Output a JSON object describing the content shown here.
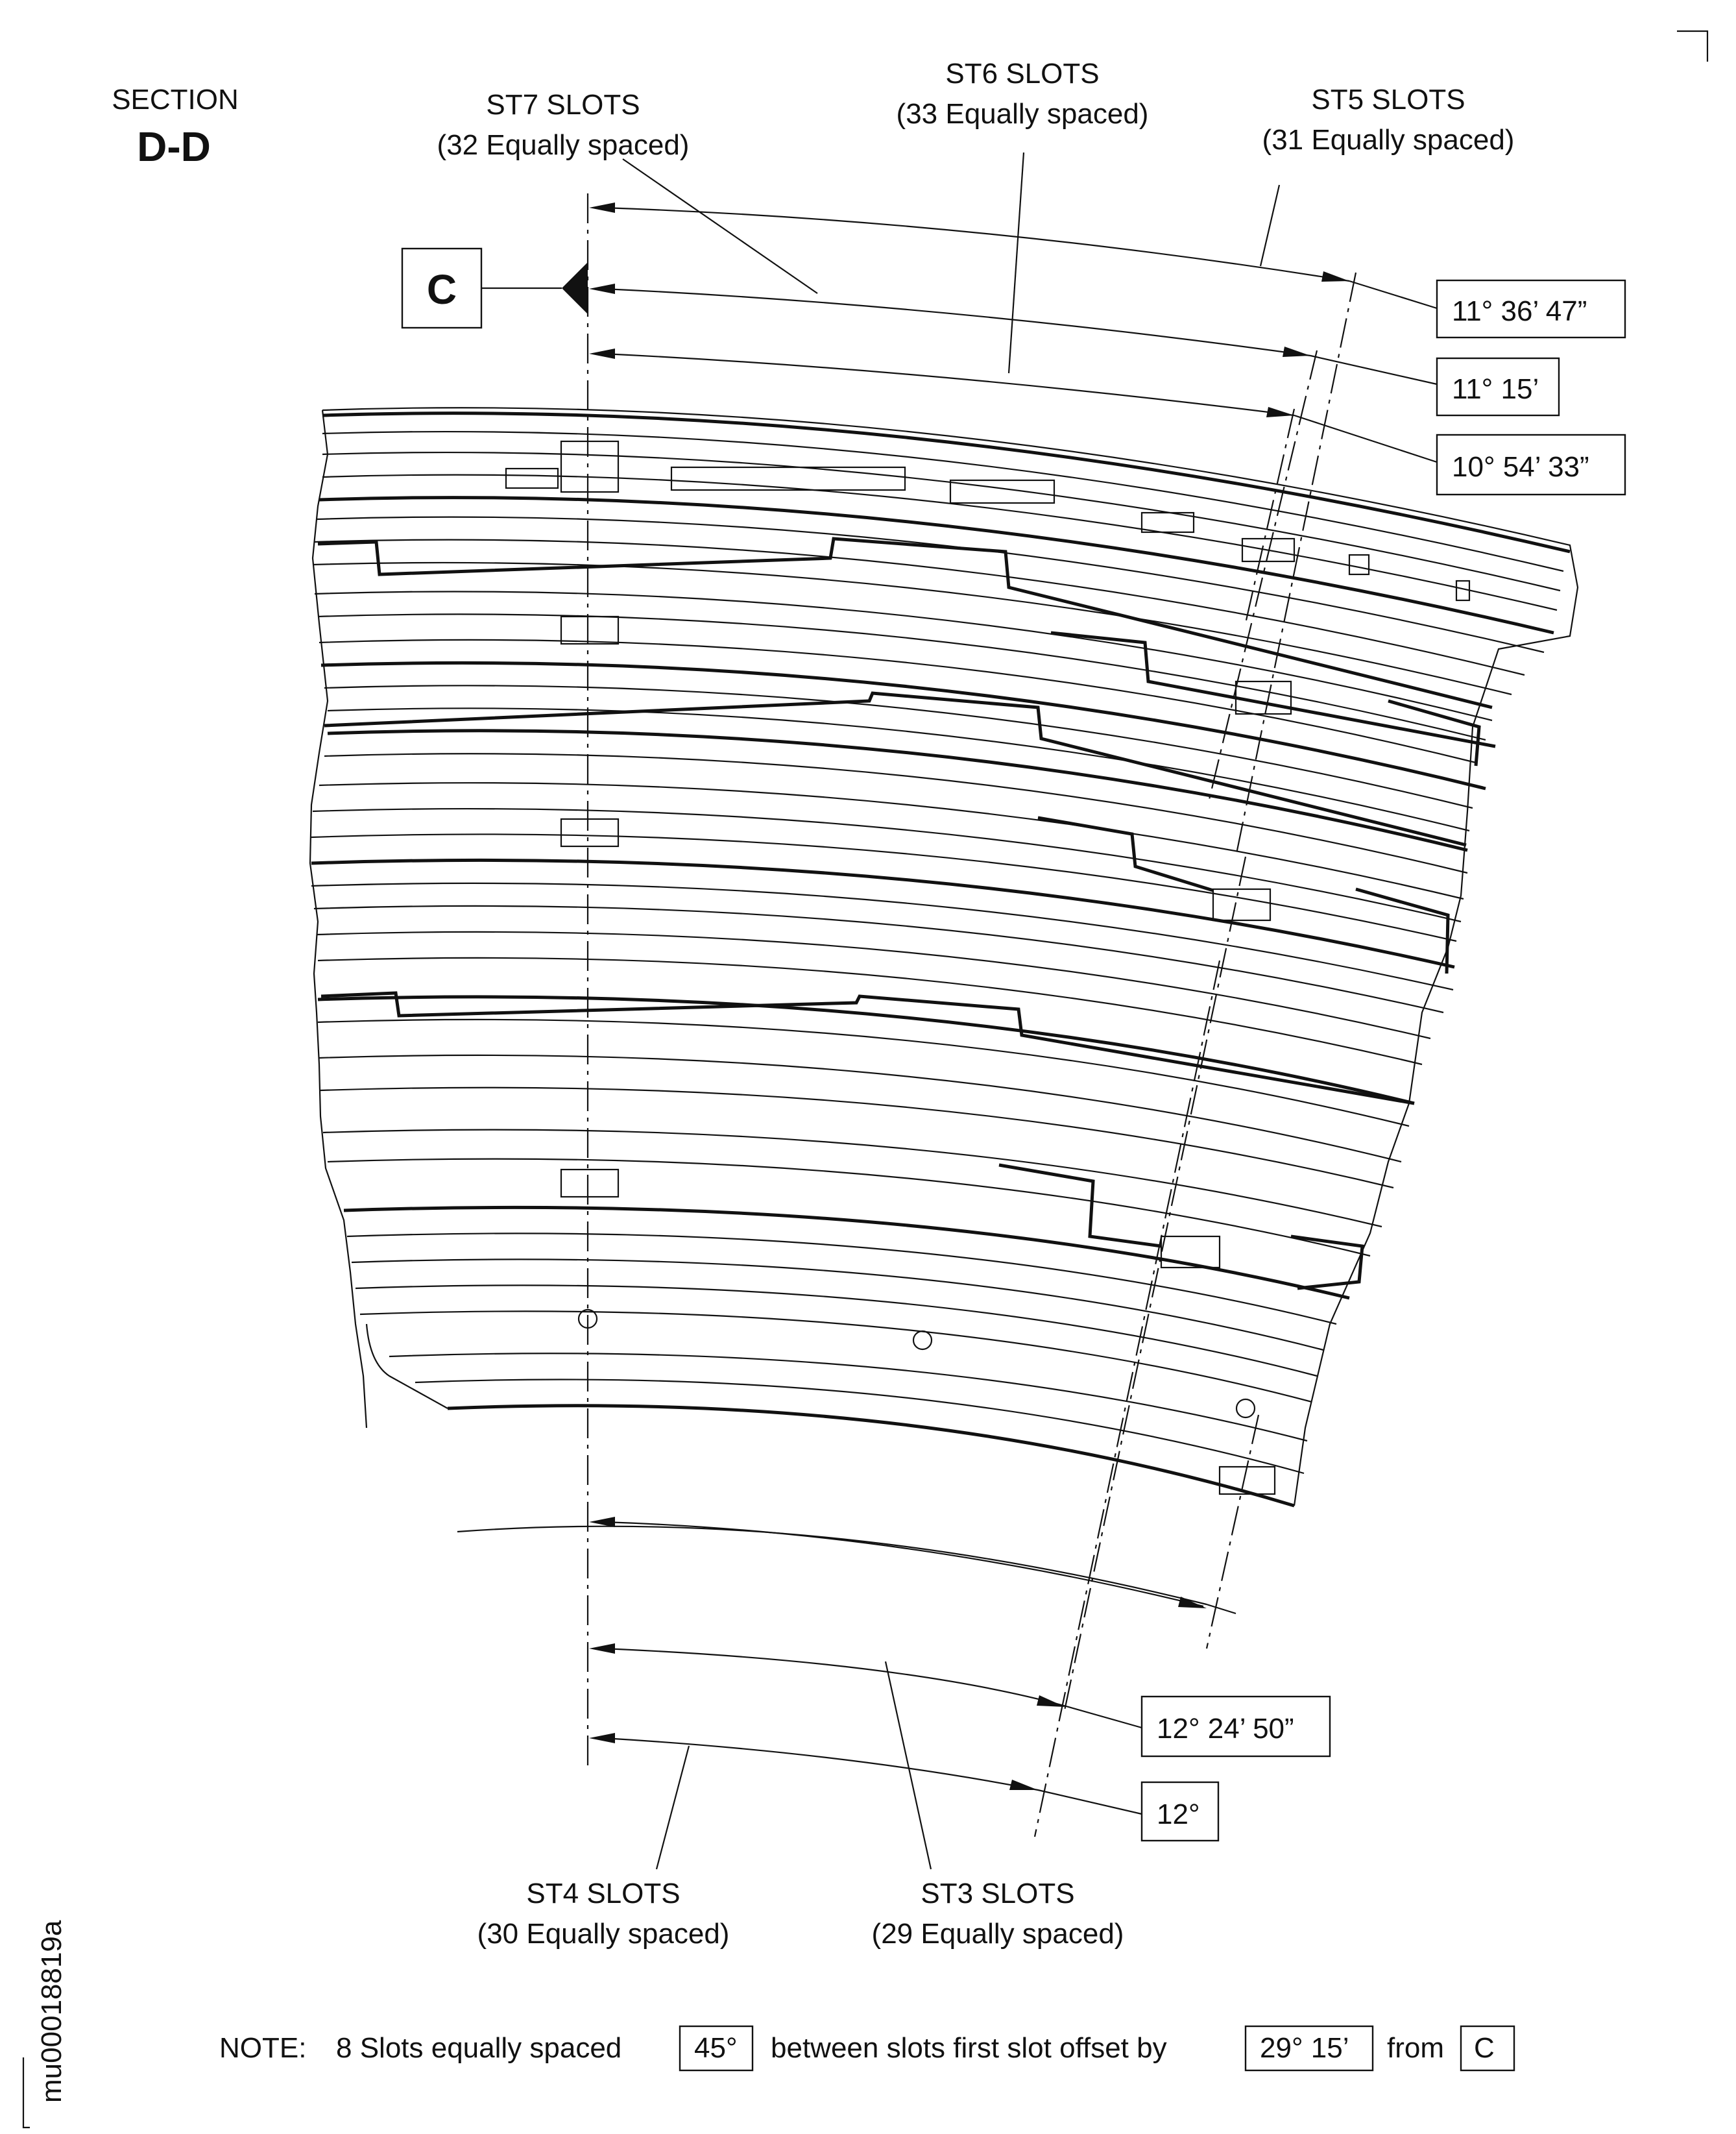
{
  "section": {
    "label": "SECTION",
    "id": "D-D"
  },
  "datum": {
    "letter": "C"
  },
  "slots": {
    "st7": {
      "title": "ST7 SLOTS",
      "subtitle": "(32 Equally spaced)"
    },
    "st6": {
      "title": "ST6 SLOTS",
      "subtitle": "(33 Equally spaced)"
    },
    "st5": {
      "title": "ST5 SLOTS",
      "subtitle": "(31 Equally spaced)"
    },
    "st4": {
      "title": "ST4 SLOTS",
      "subtitle": "(30 Equally spaced)"
    },
    "st3": {
      "title": "ST3 SLOTS",
      "subtitle": "(29 Equally spaced)"
    }
  },
  "angles": {
    "a1": "11° 36’ 47”",
    "a2": "11° 15’",
    "a3": "10° 54’ 33”",
    "a4": "12° 24’ 50”",
    "a5": "12°"
  },
  "note": {
    "prefix": "NOTE:",
    "text1": "8 Slots equally spaced",
    "box1": "45°",
    "text2": "between slots first slot offset by",
    "box2": "29° 15’",
    "text3": "from",
    "box3": "C"
  },
  "drawing_id": "mu00018819a"
}
